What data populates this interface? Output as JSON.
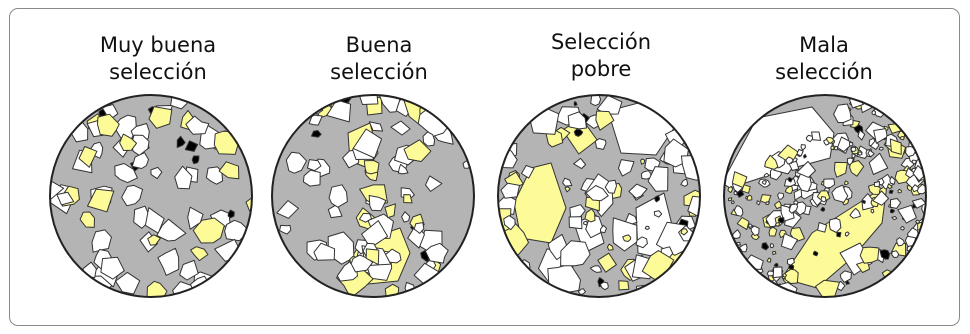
{
  "panels": [
    {
      "label_line1": "Muy buena",
      "label_line2": "selección"
    },
    {
      "label_line1": "Buena",
      "label_line2": "selección"
    },
    {
      "label_line1": "Selección",
      "label_line2": "pobre"
    },
    {
      "label_line1": "Mala",
      "label_line2": "selección"
    }
  ],
  "colors": {
    "matrix": "#b4b4b4",
    "grain_white": "#ffffff",
    "grain_yellow": "#fdfb98",
    "grain_black": "#000000",
    "outline": "#333333",
    "frame": "#8a8a8a"
  }
}
